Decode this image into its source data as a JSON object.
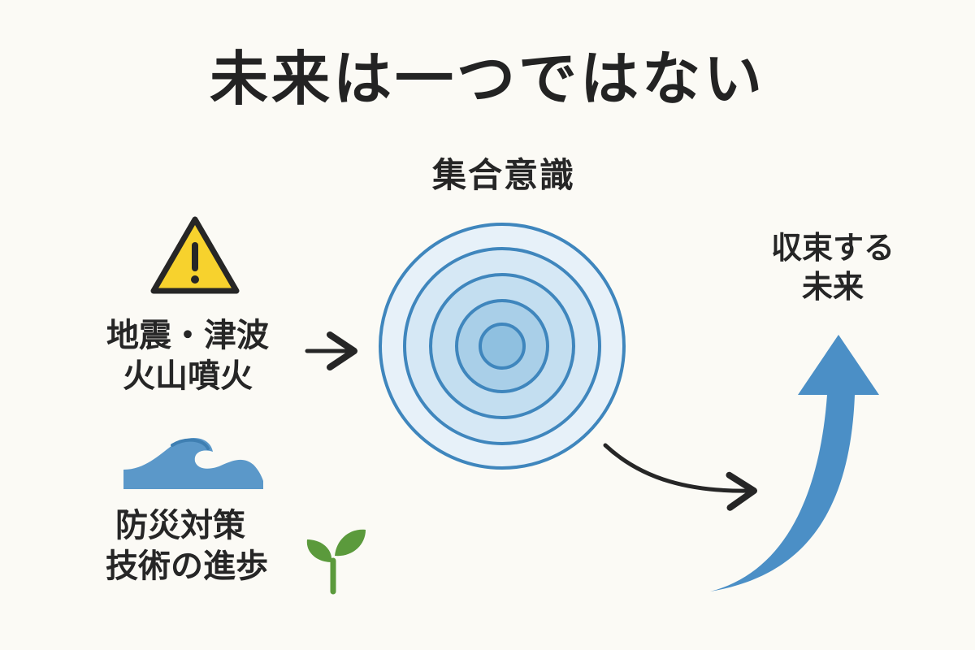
{
  "title": "未来は一つではない",
  "center": {
    "label": "集合意識"
  },
  "hazards": {
    "lines": [
      "地震・津波",
      "火山噴火"
    ]
  },
  "measures": {
    "lines": [
      "防災対策",
      "技術の進歩"
    ]
  },
  "outcome": {
    "lines": [
      "収束する",
      "未来"
    ]
  },
  "icons": {
    "warning": "warning-triangle-icon",
    "wave": "ocean-wave-icon",
    "sprout": "sprout-icon"
  },
  "colors": {
    "warning_fill": "#f7d22d",
    "ring_stroke": "#3f86bd",
    "ring_fill_light": "#e4eff8",
    "ring_fill_dark": "#8fc0e0",
    "arrow_blue": "#4b8fc6",
    "wave_blue": "#5b98c9",
    "sprout_green": "#5b9a3c"
  }
}
